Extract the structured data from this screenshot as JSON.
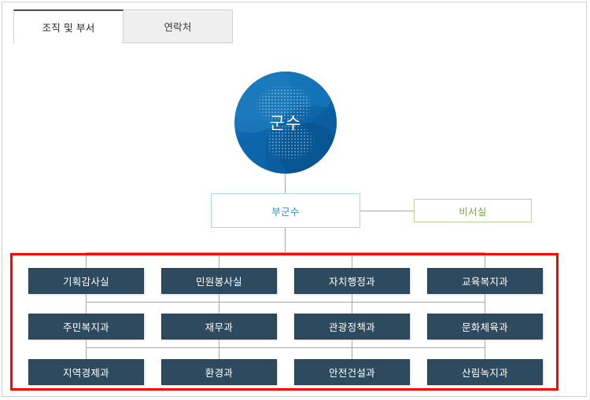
{
  "tabs": [
    {
      "label": "조직 및 부서",
      "active": true
    },
    {
      "label": "연락처",
      "active": false
    }
  ],
  "chart_data": {
    "type": "diagram",
    "title": "조직 및 부서",
    "root": {
      "label": "군수",
      "shape": "circle",
      "color": "#0c66ac"
    },
    "level2": [
      {
        "label": "부군수",
        "shape": "rect",
        "border_color": "#a8d3ef",
        "text_color": "#3c8dc8"
      },
      {
        "label": "비서실",
        "shape": "rect",
        "border_color": "#b9d69a",
        "text_color": "#7aa355"
      }
    ],
    "departments": {
      "box_color": "#2e4a5e",
      "text_color": "#ffffff",
      "rows": [
        [
          "기획감사실",
          "민원봉사실",
          "자치행정과",
          "교육복지과"
        ],
        [
          "주민복지과",
          "재무과",
          "관광정책과",
          "문화체육과"
        ],
        [
          "지역경제과",
          "환경과",
          "안전건설과",
          "산림녹지과"
        ]
      ]
    },
    "annotation": {
      "type": "rectangle",
      "color": "#ff0000",
      "target": "departments"
    },
    "connector_color": "#a8a8a8"
  }
}
